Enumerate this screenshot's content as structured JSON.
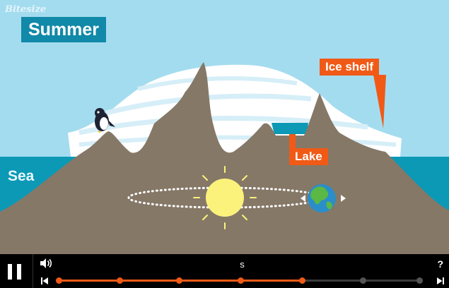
{
  "watermark": "Bitesize",
  "season_title": "Summer",
  "labels": {
    "sea": "Sea",
    "ice_shelf": "Ice shelf",
    "lake": "Lake"
  },
  "player": {
    "caption": "s",
    "help": "?",
    "progress": 0.675,
    "chapters": [
      {
        "position": 0.0,
        "visited": true
      },
      {
        "position": 0.17,
        "visited": true
      },
      {
        "position": 0.335,
        "visited": true
      },
      {
        "position": 0.505,
        "visited": true
      },
      {
        "position": 0.675,
        "visited": true
      },
      {
        "position": 0.845,
        "visited": false
      },
      {
        "position": 1.0,
        "visited": false
      }
    ]
  },
  "colors": {
    "sky": "#a4dcef",
    "sea": "#0b99b6",
    "rock": "#857867",
    "ice": "#ffffff",
    "accent": "#f05a16",
    "title_bg": "#1189a8",
    "sun": "#fbf27c",
    "track": "#3c3c3c"
  }
}
